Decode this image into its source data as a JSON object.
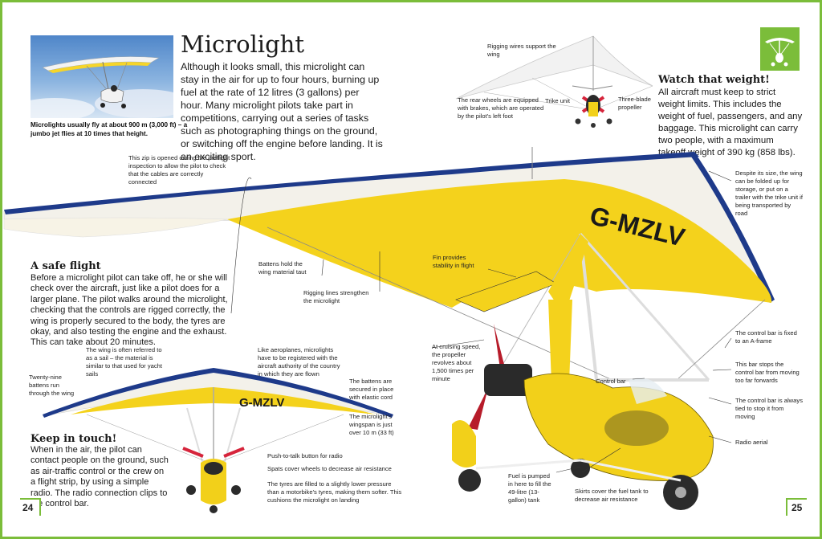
{
  "title": "Microlight",
  "intro": "Although it looks small, this microlight can stay in the air for up to four hours, burning up fuel at the rate of 12 litres (3 gallons) per hour. Many microlight pilots take part in competitions, carrying out a series of tasks such as photographing things on the ground, or switching off the engine before landing. It is an exciting sport.",
  "photo_caption": "Microlights usually fly at about 900 m (3,000 ft) – a jumbo jet flies at 10 times that height.",
  "safe_flight": {
    "heading": "A safe flight",
    "text": "Before a microlight pilot can take off, he or she will check over the aircraft, just like a pilot does for a larger plane. The pilot walks around the microlight, checking that the controls are rigged correctly, the wing is properly secured to the body, the tyres are okay, and also testing the engine and the exhaust. This can take about 20 minutes."
  },
  "keep_in_touch": {
    "heading": "Keep in touch!",
    "text": "When in the air, the pilot can contact people on the ground, such as air-traffic control or the crew on a flight strip, by using a simple radio. The radio connection clips to the control bar."
  },
  "weight": {
    "heading": "Watch that weight!",
    "text": "All aircraft must keep to strict weight limits. This includes the weight of fuel, passengers, and any baggage. This microlight can carry two people, with a maximum takeoff weight of 390 kg (858 lbs)."
  },
  "registration": "G-MZLV",
  "labels": {
    "rigging_wires": "Rigging wires support the wing",
    "rear_wheels": "The rear wheels are equipped with brakes, which are operated by the pilot's left foot",
    "trike_unit": "Trike unit",
    "three_blade": "Three-blade propeller",
    "zip": "This zip is opened during the preflight inspection to allow the pilot to check that the cables are correctly connected",
    "battens_hold": "Battens hold the wing material taut",
    "rigging_lines": "Rigging lines strengthen the microlight",
    "fin": "Fin provides stability in flight",
    "despite_size": "Despite its size, the wing can be folded up for storage, or put on a trailer with the trike unit if being transported by road",
    "control_bar_aframe": "The control bar is fixed to an A-frame",
    "bar_stops": "This bar stops the control bar from moving too far forwards",
    "bar_tied": "The control bar is always tied to stop it from moving",
    "control_bar": "Control bar",
    "cruising": "At cruising speed, the propeller revolves about 1,500 times per minute",
    "radio_aerial": "Radio aerial",
    "fuel": "Fuel is pumped in here to fill the 49-litre (13-gallon) tank",
    "skirts": "Skirts cover the fuel tank to decrease air resistance",
    "twenty_nine": "Twenty-nine battens run through the wing",
    "wing_material": "The wing is often referred to as a sail – the material is similar to that used for yacht sails",
    "registered": "Like aeroplanes, microlights have to be registered with the aircraft authority of the country in which they are flown",
    "battens_secured": "The battens are secured in place with elastic cord",
    "wingspan": "The microlight's wingspan is just over 10 m (33 ft)",
    "push_to_talk": "Push-to-talk button for radio",
    "spats": "Spats cover wheels to decrease air resistance",
    "tyres": "The tyres are filled to a slightly lower pressure than a motorbike's tyres, making them softer. This cushions the microlight on landing"
  },
  "page_left": "24",
  "page_right": "25",
  "colors": {
    "border": "#7bbd3a",
    "wing_yellow": "#f4d21c",
    "wing_blue": "#1e3a8a",
    "trike_yellow": "#f2d01a"
  },
  "icons": [
    "microlight-corner-icon"
  ]
}
